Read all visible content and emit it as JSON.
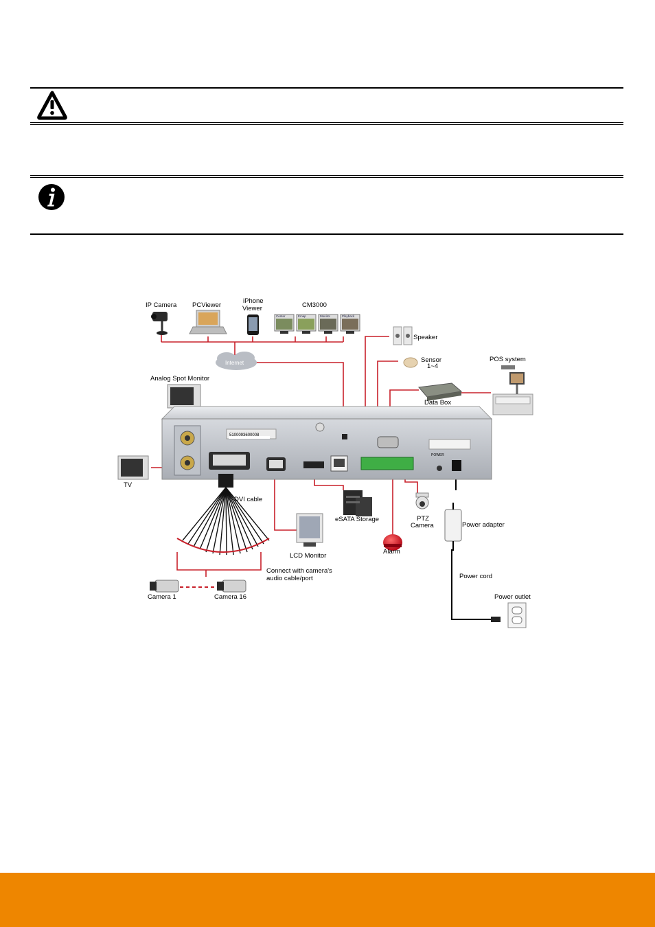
{
  "colors": {
    "footer_bar": "#ee8600",
    "connection_line": "#c8202a",
    "power_line": "#000000"
  },
  "caution_notice": {
    "icon": "warning-triangle-icon"
  },
  "info_notice": {
    "icon": "info-icon"
  },
  "diagram": {
    "labels": {
      "ip_camera": "IP Camera",
      "pcviewer": "PCViewer",
      "iphone_viewer_1": "iPhone",
      "iphone_viewer_2": "Viewer",
      "cm3000": "CM3000",
      "cm_center": "Center",
      "cm_emap": "Emap",
      "cm_monitor": "Monitor",
      "cm_playback": "Playback",
      "internet": "Internet",
      "speaker": "Speaker",
      "sensor_1": "Sensor",
      "sensor_2": "1~4",
      "pos_system": "POS system",
      "data_box": "Data Box",
      "analog_spot_monitor": "Analog Spot Monitor",
      "tv": "TV",
      "dvi_cable": "DVI cable",
      "esata_storage": "eSATA Storage",
      "ptz_camera_1": "PTZ",
      "ptz_camera_2": "Camera",
      "alarm": "Alarm",
      "power_adapter": "Power adapter",
      "lcd_monitor": "LCD Monitor",
      "connect_note_1": "Connect with camera's",
      "connect_note_2": "audio cable/port",
      "power_cord": "Power cord",
      "camera_1": "Camera 1",
      "camera_16": "Camera 16",
      "power_outlet": "Power outlet",
      "serial_number": "5100093600008",
      "rear_power": "POWER"
    }
  }
}
